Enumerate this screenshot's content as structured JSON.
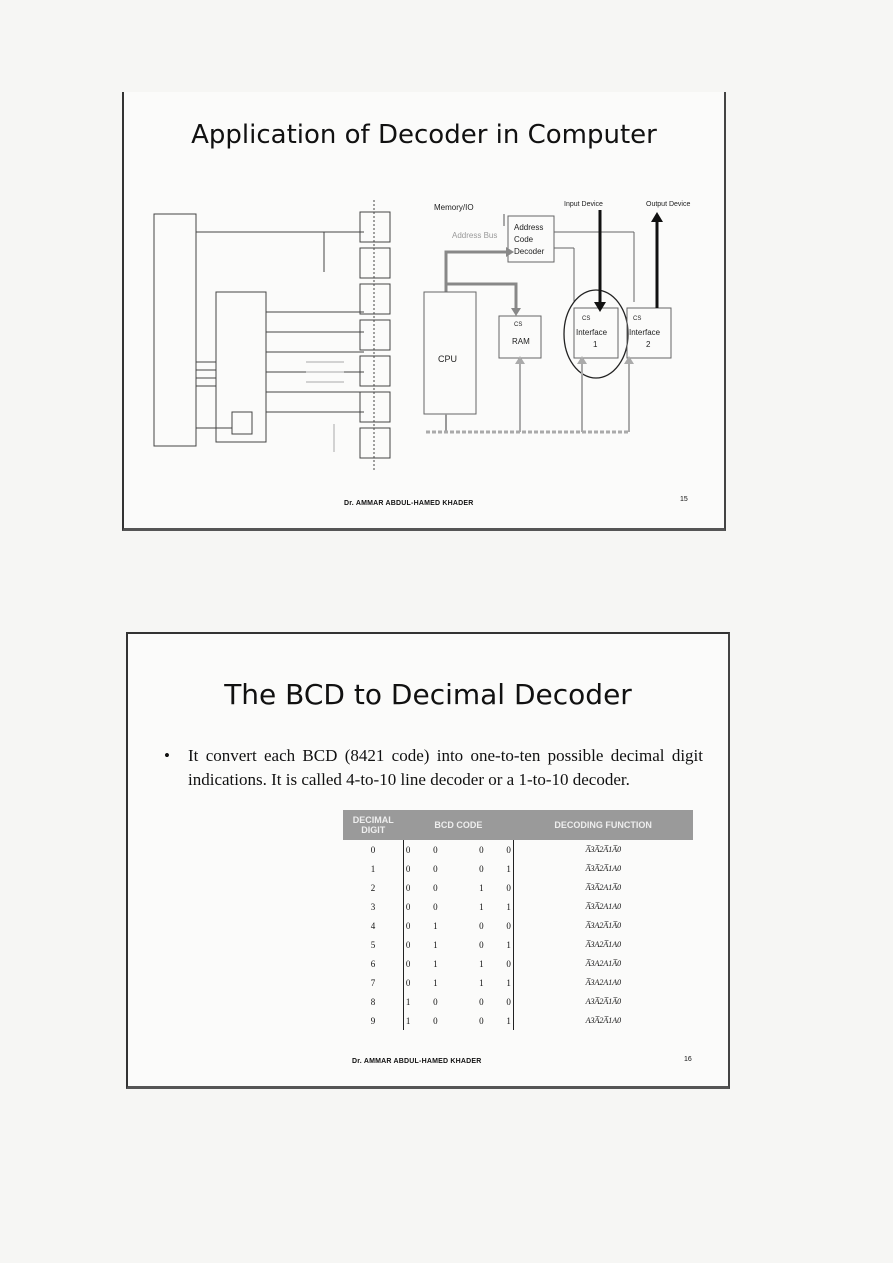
{
  "slide1": {
    "title": "Application of Decoder in Computer",
    "footer": "Dr. AMMAR ABDUL-HAMED KHADER",
    "page": "15",
    "diagram": {
      "memory_io": "Memory/IO",
      "input_device": "Input Device",
      "output_device": "Output Device",
      "address_bus": "Address Bus",
      "decoder_l1": "Address",
      "decoder_l2": "Code",
      "decoder_l3": "Decoder",
      "cpu": "CPU",
      "ram_cs": "CS",
      "ram": "RAM",
      "if1_cs": "CS",
      "if1_l1": "Interface",
      "if1_l2": "1",
      "if2_cs": "CS",
      "if2_l1": "Interface",
      "if2_l2": "2"
    }
  },
  "slide2": {
    "title": "The BCD to Decimal Decoder",
    "bullet_mark": "•",
    "bullet": "It convert each BCD (8421 code) into one-to-ten possible decimal digit indications. It is called 4-to-10 line decoder or a 1-to-10 decoder.",
    "table": {
      "headers": [
        "DECIMAL DIGIT",
        "",
        "BCD CODE",
        "",
        "",
        "DECODING FUNCTION"
      ],
      "rows": [
        {
          "dec": "0",
          "b": [
            "0",
            "0",
            "0",
            "0"
          ],
          "fn": "A̅3A̅2A̅1A̅0"
        },
        {
          "dec": "1",
          "b": [
            "0",
            "0",
            "0",
            "1"
          ],
          "fn": "A̅3A̅2A̅1A0"
        },
        {
          "dec": "2",
          "b": [
            "0",
            "0",
            "1",
            "0"
          ],
          "fn": "A̅3A̅2A1A̅0"
        },
        {
          "dec": "3",
          "b": [
            "0",
            "0",
            "1",
            "1"
          ],
          "fn": "A̅3A̅2A1A0"
        },
        {
          "dec": "4",
          "b": [
            "0",
            "1",
            "0",
            "0"
          ],
          "fn": "A̅3A2A̅1A̅0"
        },
        {
          "dec": "5",
          "b": [
            "0",
            "1",
            "0",
            "1"
          ],
          "fn": "A̅3A2A̅1A0"
        },
        {
          "dec": "6",
          "b": [
            "0",
            "1",
            "1",
            "0"
          ],
          "fn": "A̅3A2A1A̅0"
        },
        {
          "dec": "7",
          "b": [
            "0",
            "1",
            "1",
            "1"
          ],
          "fn": "A̅3A2A1A0"
        },
        {
          "dec": "8",
          "b": [
            "1",
            "0",
            "0",
            "0"
          ],
          "fn": "A3A̅2A̅1A̅0"
        },
        {
          "dec": "9",
          "b": [
            "1",
            "0",
            "0",
            "1"
          ],
          "fn": "A3A̅2A̅1A0"
        }
      ]
    },
    "footer": "Dr. AMMAR ABDUL-HAMED KHADER",
    "page": "16"
  }
}
